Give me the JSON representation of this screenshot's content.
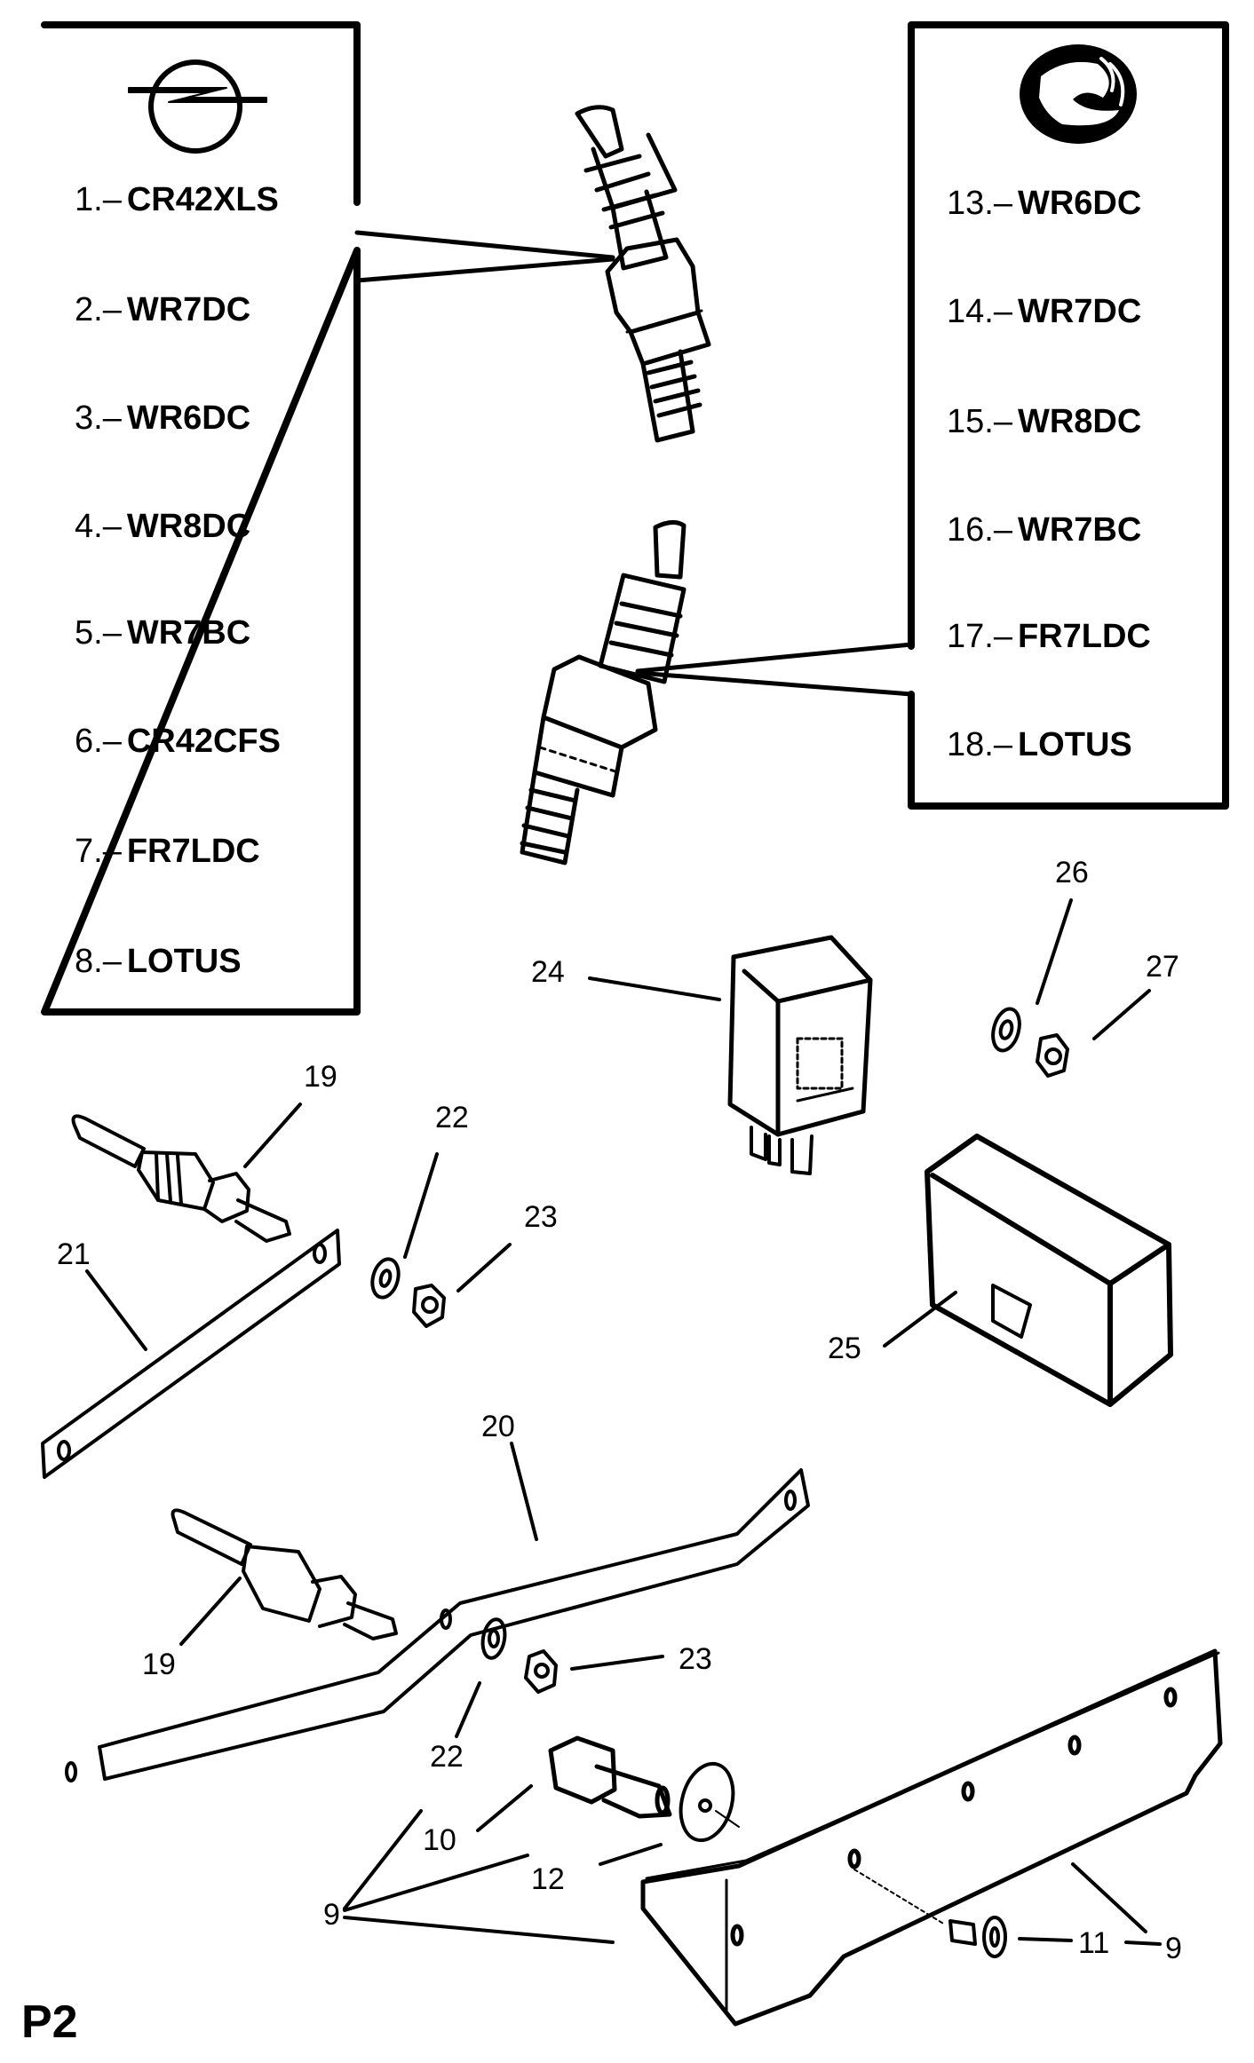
{
  "legend_left": {
    "brand": "opel-logo",
    "items": [
      {
        "num": "1.–",
        "code": "CR42XLS"
      },
      {
        "num": "2.–",
        "code": "WR7DC"
      },
      {
        "num": "3.–",
        "code": "WR6DC"
      },
      {
        "num": "4.–",
        "code": "WR8DC"
      },
      {
        "num": "5.–",
        "code": "WR7BC"
      },
      {
        "num": "6.–",
        "code": "CR42CFS"
      },
      {
        "num": "7.–",
        "code": "FR7LDC"
      },
      {
        "num": "8.–",
        "code": "LOTUS"
      }
    ]
  },
  "legend_right": {
    "brand": "vauxhall-logo",
    "items": [
      {
        "num": "13.–",
        "code": "WR6DC"
      },
      {
        "num": "14.–",
        "code": "WR7DC"
      },
      {
        "num": "15.–",
        "code": "WR8DC"
      },
      {
        "num": "16.–",
        "code": "WR7BC"
      },
      {
        "num": "17.–",
        "code": "FR7LDC"
      },
      {
        "num": "18.–",
        "code": "LOTUS"
      }
    ]
  },
  "callouts": {
    "c24": "24",
    "c26": "26",
    "c27": "27",
    "c25": "25",
    "c19a": "19",
    "c21": "21",
    "c22a": "22",
    "c23a": "23",
    "c20": "20",
    "c19b": "19",
    "c23b": "23",
    "c22b": "22",
    "c10": "10",
    "c12": "12",
    "c9a": "9",
    "c11": "11",
    "c9b": "9"
  },
  "parts": [
    {
      "label": "spark-plug",
      "items": [
        "1",
        "2",
        "3",
        "4",
        "5",
        "6",
        "7",
        "8"
      ]
    },
    {
      "label": "spark-plug",
      "items": [
        "13",
        "14",
        "15",
        "16",
        "17",
        "18"
      ]
    },
    {
      "label": "glow-plug",
      "item": "19"
    },
    {
      "label": "bracket",
      "item": "20"
    },
    {
      "label": "strap",
      "item": "21"
    },
    {
      "label": "washer",
      "item": "22"
    },
    {
      "label": "nut",
      "item": "23"
    },
    {
      "label": "relay",
      "item": "24"
    },
    {
      "label": "control-unit",
      "item": "25"
    },
    {
      "label": "washer",
      "item": "26"
    },
    {
      "label": "nut",
      "item": "27"
    },
    {
      "label": "bracket",
      "item": "9"
    },
    {
      "label": "spacer",
      "item": "10"
    },
    {
      "label": "screw",
      "item": "11"
    },
    {
      "label": "washer",
      "item": "12"
    }
  ],
  "page_code": "P2"
}
